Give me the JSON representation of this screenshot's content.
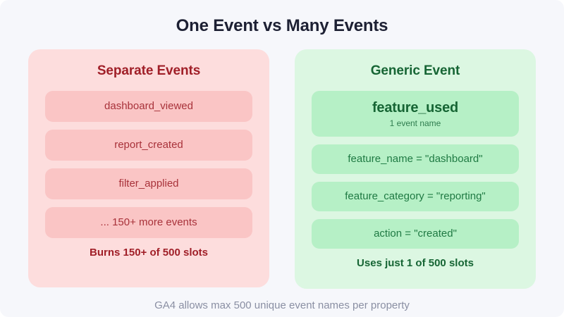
{
  "title": "One Event vs Many Events",
  "caption": "GA4 allows max 500 unique event names per property",
  "colors": {
    "background": "#f6f7fb",
    "title_text": "#1d2033",
    "caption_text": "#8a8fa3",
    "red_panel_bg": "#fddddd",
    "red_pill_bg": "#fac5c5",
    "red_heading_text": "#a01f28",
    "red_pill_text": "#a8323a",
    "green_panel_bg": "#dcf7e2",
    "green_pill_bg": "#b6f0c6",
    "green_heading_text": "#166534",
    "green_pill_text": "#1f7a43"
  },
  "panels": {
    "separate": {
      "heading": "Separate Events",
      "events": [
        "dashboard_viewed",
        "report_created",
        "filter_applied",
        "... 150+ more events"
      ],
      "footer": "Burns 150+ of 500 slots"
    },
    "generic": {
      "heading": "Generic Event",
      "hero": {
        "name": "feature_used",
        "subtitle": "1 event name"
      },
      "params": [
        "feature_name = \"dashboard\"",
        "feature_category = \"reporting\"",
        "action = \"created\""
      ],
      "footer": "Uses just 1 of 500 slots"
    }
  }
}
